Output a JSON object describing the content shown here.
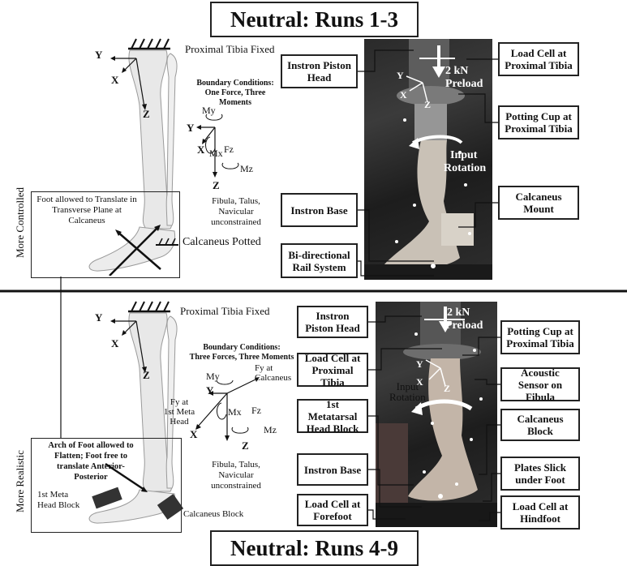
{
  "top": {
    "title": "Neutral: Runs 1-3",
    "proximal_tibia_fixed": "Proximal Tibia Fixed",
    "bc_title_line1": "Boundary Conditions:",
    "bc_title_line2": "One Force, Three Moments",
    "axis_y_main": "Y",
    "axis_x_main": "X",
    "axis_z_main": "Z",
    "coord_y": "Y",
    "coord_x": "X",
    "coord_z": "Z",
    "m_y": "My",
    "m_x": "Mx",
    "m_z": "Mz",
    "f_z": "Fz",
    "fibula_note": "Fibula, Talus, Navicular unconstrained",
    "calcaneus_potted": "Calcaneus Potted",
    "foot_note": "Foot allowed to Translate in Transverse Plane at Calcaneus",
    "side_label": "More Controlled",
    "labels": {
      "instron_piston_head": "Instron Piston Head",
      "instron_base": "Instron Base",
      "rail_system": "Bi-directional Rail System",
      "load_cell": "Load Cell at Proximal Tibia",
      "potting_cup": "Potting Cup at Proximal Tibia",
      "calcaneus_mount": "Calcaneus Mount"
    },
    "photo": {
      "preload_line1": "2 kN",
      "preload_line2": "Preload",
      "input_line1": "Input",
      "input_line2": "Rotation",
      "y": "Y",
      "x": "X",
      "z": "Z"
    }
  },
  "bottom": {
    "title": "Neutral: Runs 4-9",
    "proximal_tibia_fixed": "Proximal Tibia Fixed",
    "bc_title_line1": "Boundary Conditions:",
    "bc_title_line2": "Three Forces, Three Moments",
    "axis_y_main": "Y",
    "axis_x_main": "X",
    "axis_z_main": "Z",
    "coord_y": "Y",
    "coord_x": "X",
    "coord_z": "Z",
    "m_y": "My",
    "m_x": "Mx",
    "m_z": "Mz",
    "f_z": "Fz",
    "fy_calc_line1": "Fy at",
    "fy_calc_line2": "Calcaneus",
    "fy_meta_line1": "Fy at",
    "fy_meta_line2": "1st Meta",
    "fy_meta_line3": "Head",
    "fibula_note": "Fibula, Talus, Navicular unconstrained",
    "calcaneus_block": "Calcaneus Block",
    "meta_head_block": "1st Meta Head Block",
    "arch_note": "Arch of Foot allowed to Flatten; Foot free to translate Anterior-Posterior",
    "side_label": "More Realistic",
    "labels": {
      "instron_piston_head": "Instron Piston Head",
      "load_cell_tibia": "Load Cell at Proximal Tibia",
      "meta_head_block": "1st Metatarsal Head Block",
      "instron_base": "Instron Base",
      "load_cell_forefoot": "Load Cell at Forefoot",
      "potting_cup": "Potting Cup at Proximal Tibia",
      "acoustic_sensor": "Acoustic Sensor on Fibula",
      "calcaneus_block": "Calcaneus Block",
      "plates_slick": "Plates Slick under Foot",
      "load_cell_hindfoot": "Load Cell at Hindfoot"
    },
    "photo": {
      "preload_line1": "2 kN",
      "preload_line2": "Preload",
      "input_line1": "Input",
      "input_line2": "Rotation",
      "y": "Y",
      "x": "X",
      "z": "Z"
    }
  }
}
